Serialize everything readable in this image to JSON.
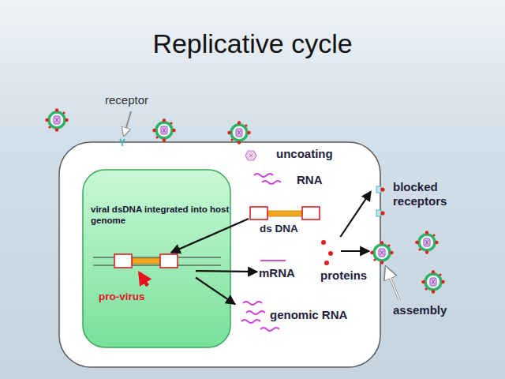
{
  "diagram": {
    "title": "Replicative cycle",
    "nodes": [
      {
        "text": [
          "viral dsDNA integrated into host genome"
        ]
      },
      {
        "text": [
          "pro-virus"
        ],
        "in": 0
      },
      {
        "text": [
          "ds DNA"
        ]
      },
      {
        "text": [
          "mRNA"
        ]
      },
      {
        "text": [
          "proteins"
        ]
      },
      {
        "text": [
          "genomic RNA"
        ]
      },
      {
        "text": [
          "blocked receptors"
        ]
      }
    ],
    "edges": [
      {
        "from": 2,
        "to": 1,
        "arrow": "to"
      },
      {
        "from": 1,
        "to": 3,
        "arrow": "to"
      },
      {
        "from": 1,
        "to": 5,
        "arrow": "to"
      },
      {
        "from": 4,
        "to": 6,
        "arrow": "to"
      }
    ],
    "labels": [
      "receptor",
      "uncoating",
      "RNA",
      "assembly"
    ]
  }
}
